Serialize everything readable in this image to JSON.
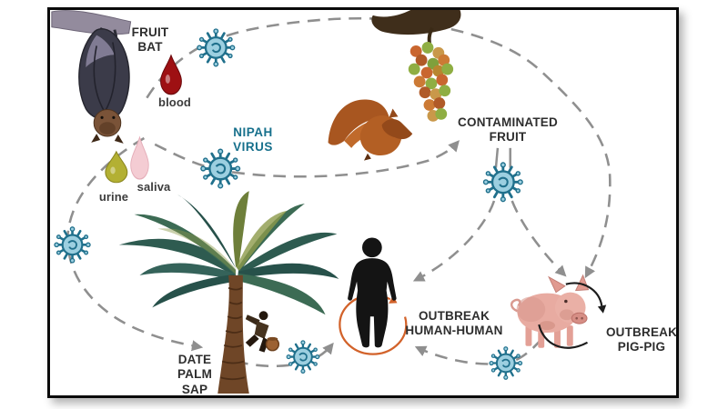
{
  "labels": {
    "fruit_bat": "FRUIT\nBAT",
    "blood": "blood",
    "urine": "urine",
    "saliva": "saliva",
    "nipah_virus": "NIPAH\nVIRUS",
    "contaminated_fruit": "CONTAMINATED\nFRUIT",
    "date_palm_sap": "DATE\nPALM\nSAP",
    "outbreak_human_human": "OUTBREAK\nHUMAN-HUMAN",
    "outbreak_pig_pig": "OUTBREAK\nPIG-PIG"
  },
  "colors": {
    "nipah_virus_text": "#17708c",
    "label_text": "#2e2e2e",
    "route_dashed_arrow": "#8f8f8f",
    "virus_icon_fill": "#9ccfe0",
    "virus_icon_outline": "#20708c",
    "human_outbreak_arrow": "#d2622a",
    "pig_outbreak_arrow": "#1c1c1c",
    "blood_drop": "#9e1013",
    "urine_drop": "#b3b033",
    "saliva_drop": "#f4ccd3",
    "frame_border": "#0a0a0a",
    "background": "#ffffff"
  },
  "icons": {
    "virus_particle": "virus-particle-icon",
    "blood_drop": "blood-drop-icon",
    "urine_drop": "urine-drop-icon",
    "saliva_drop": "saliva-drop-icon",
    "fruit_bat": "hanging-fruit-bat-image",
    "flying_bat": "flying-bat-image",
    "fruit_cluster": "fruit-cluster-image",
    "date_palm": "date-palm-tree-image",
    "human": "human-silhouette-image",
    "pig": "pig-image"
  },
  "routes": [
    {
      "from": "fruit-bat",
      "to": "pig",
      "style": "dashed-arc-top-right"
    },
    {
      "from": "fruit-bat",
      "to": "date-palm-sap",
      "style": "dashed-arc-left"
    },
    {
      "from": "fruit-bat",
      "to": "contaminated-fruit",
      "style": "dashed"
    },
    {
      "from": "contaminated-fruit",
      "to": "human",
      "style": "dashed"
    },
    {
      "from": "contaminated-fruit",
      "to": "pig",
      "style": "dashed"
    },
    {
      "from": "date-palm-sap",
      "to": "human",
      "style": "dashed"
    },
    {
      "from": "pig",
      "to": "human",
      "style": "dashed"
    },
    {
      "from": "human",
      "to": "human",
      "style": "solid-orange-loop"
    },
    {
      "from": "pig",
      "to": "pig",
      "style": "solid-black-loop"
    }
  ]
}
